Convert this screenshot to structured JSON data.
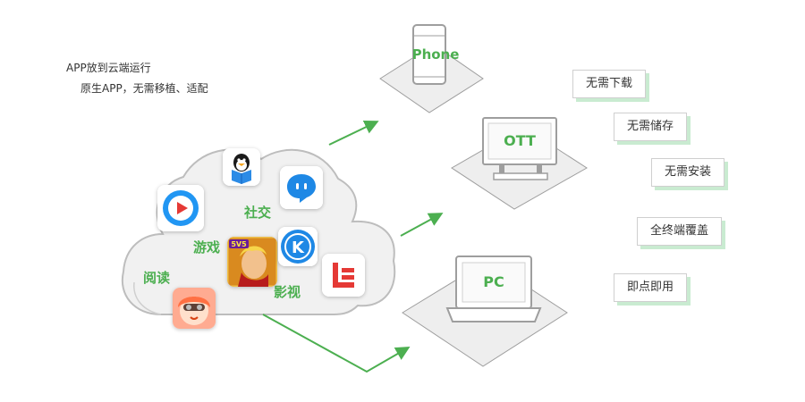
{
  "intro": {
    "line1": "APP放到云端运行",
    "line2": "原生APP，无需移植、适配"
  },
  "categories": {
    "social": "社交",
    "game": "游戏",
    "read": "阅读",
    "video": "影视"
  },
  "apps": {
    "qq_reader": "qq-reader-icon",
    "youku": "video-player-icon",
    "chat": "chat-bubble-icon",
    "honor_of_kings": "game-hero-icon",
    "honor_badge": "5V5",
    "kugou": "kugou-k-icon",
    "kugou_letter": "K",
    "letv": "letv-icon",
    "comic": "comic-girl-icon"
  },
  "devices": {
    "phone": "Phone",
    "ott": "OTT",
    "pc": "PC"
  },
  "features": [
    "无需下载",
    "无需储存",
    "无需安装",
    "全终端覆盖",
    "即点即用"
  ],
  "colors": {
    "green": "#4caf50",
    "cloud_stroke": "#bdbdbd",
    "cloud_fill": "#f1f1f1",
    "shadow_green": "#c9ebd1"
  }
}
